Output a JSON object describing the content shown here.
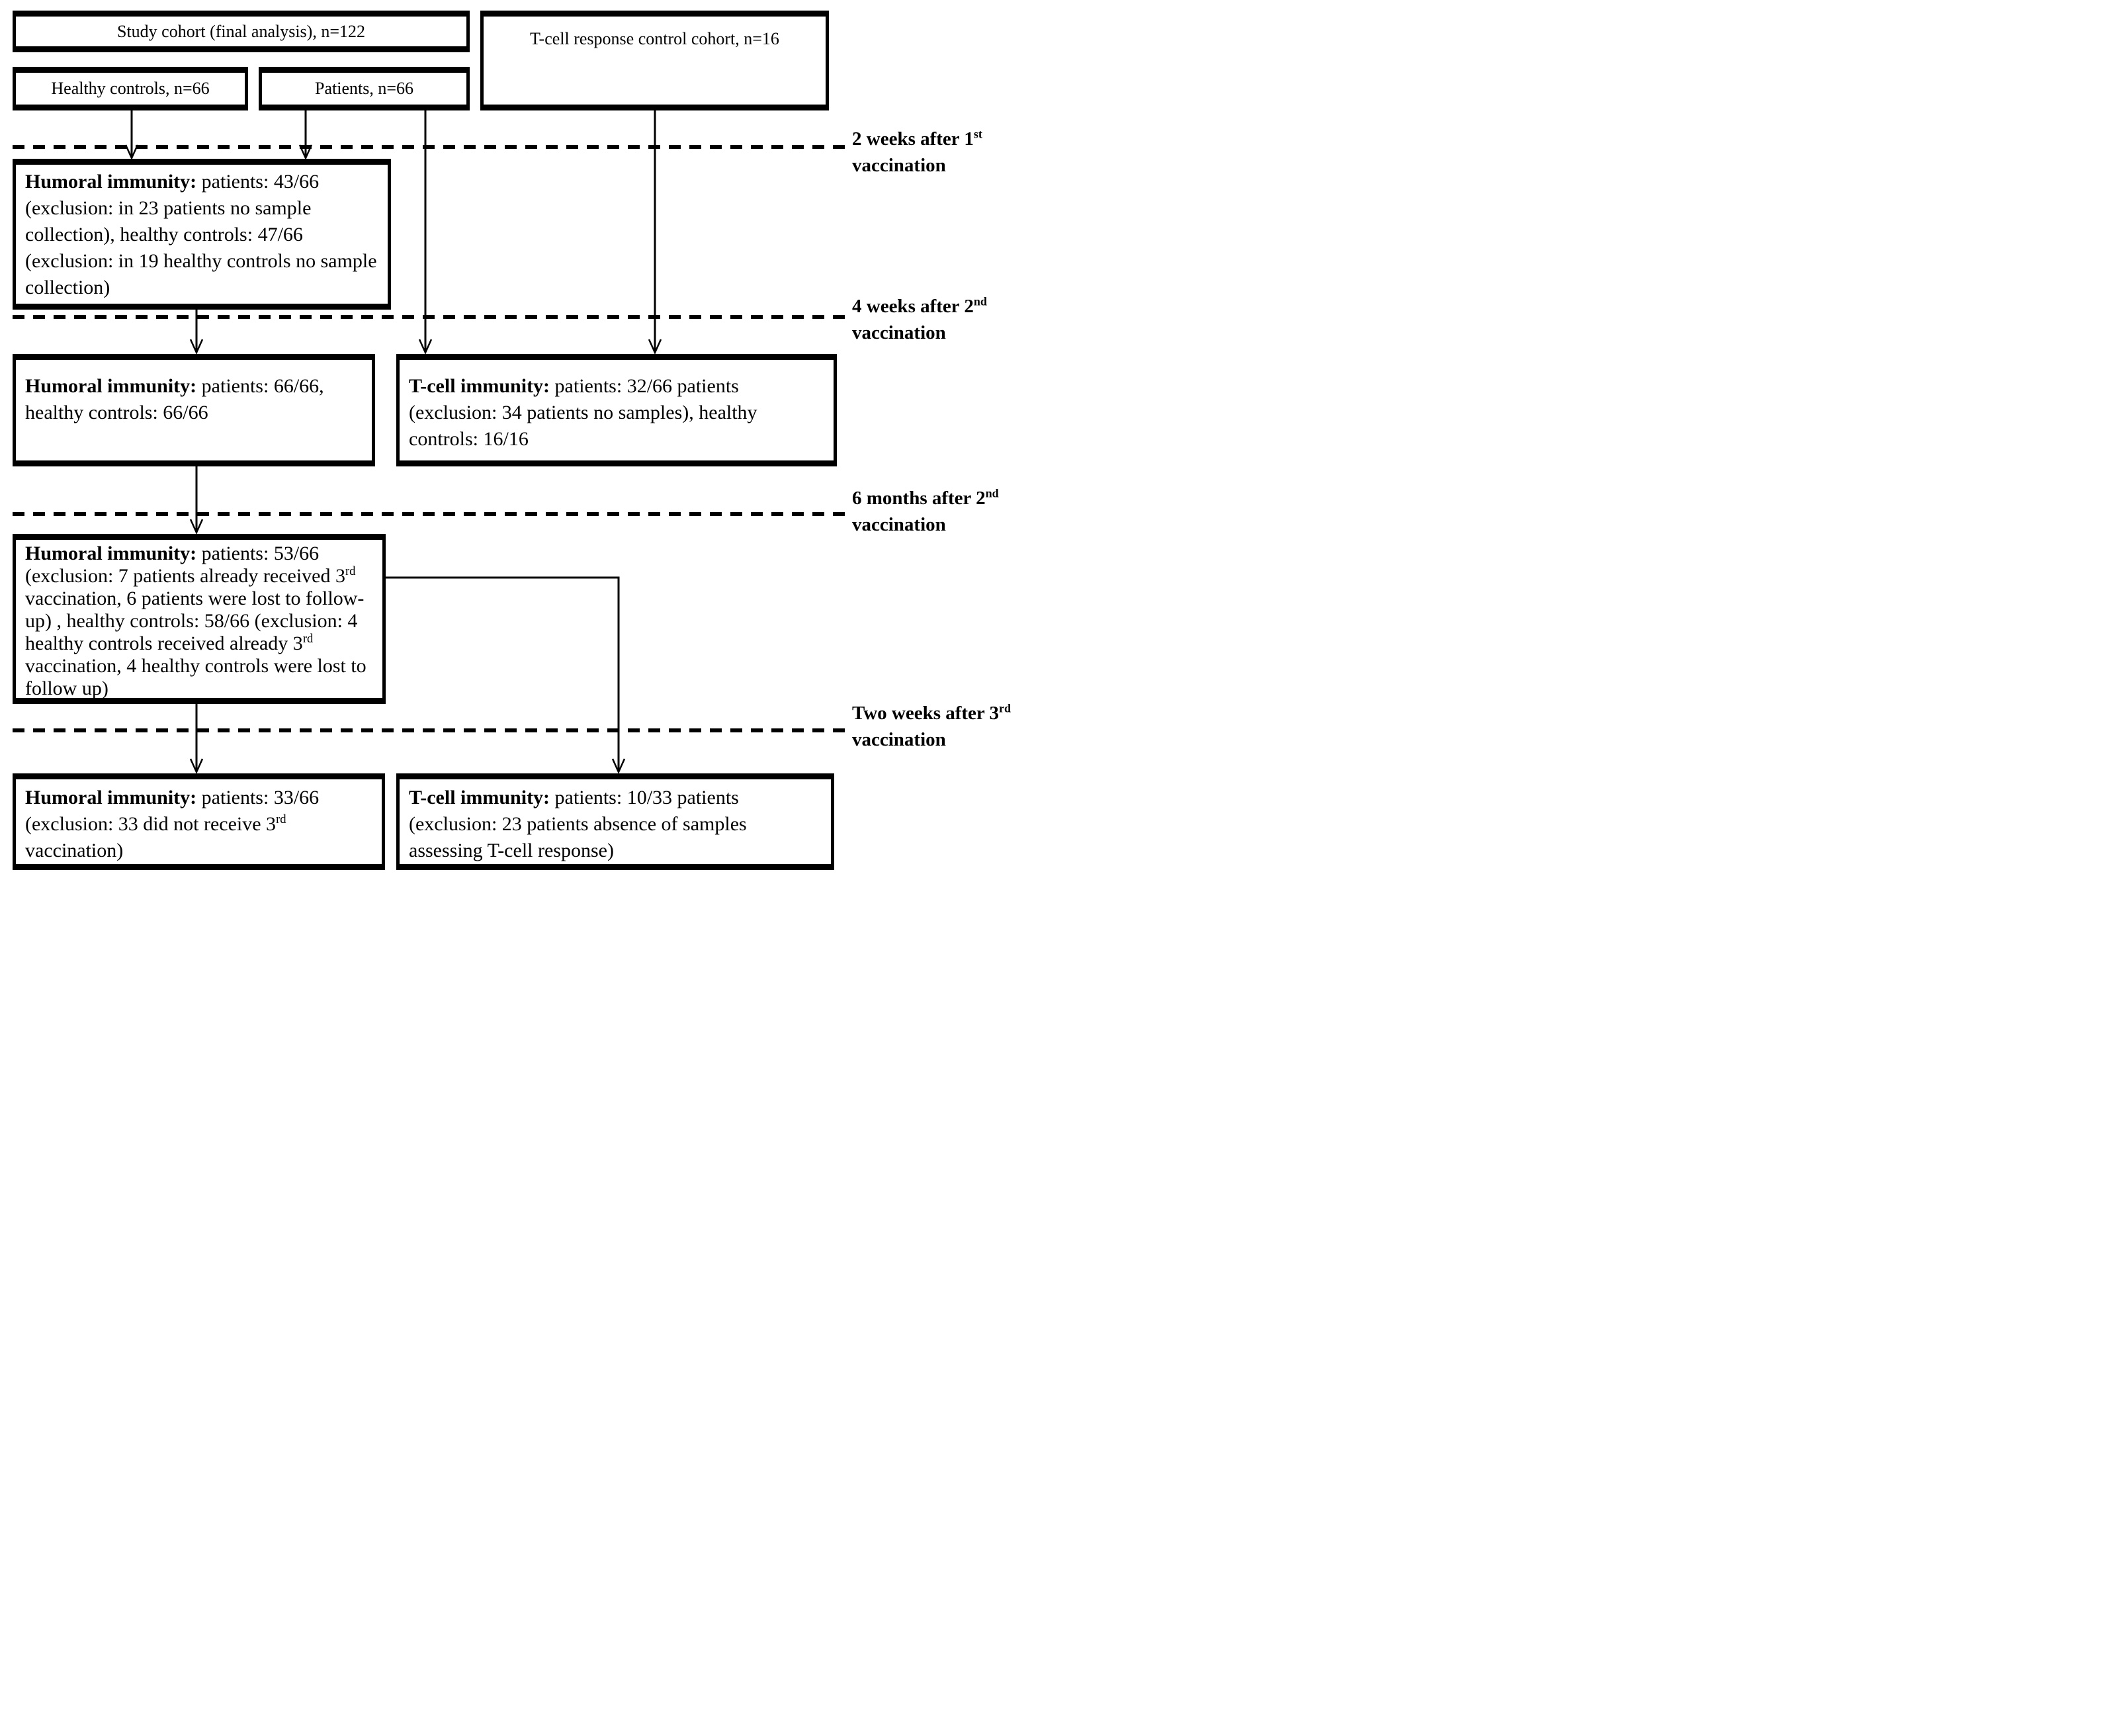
{
  "diagram": {
    "colors": {
      "ink": "#000000",
      "background": "#ffffff"
    },
    "cohorts": {
      "study": "Study cohort (final analysis), n=122",
      "tcell_control": "T-cell response control cohort, n=16",
      "healthy_controls": "Healthy controls, n=66",
      "patients": "Patients, n=66"
    },
    "stages": {
      "humoral_after_1st": [
        {
          "b": true,
          "t": "Humoral immunity:"
        },
        {
          "t": " patients: 43/66 (exclusion: in 23 patients no sample collection), healthy controls: 47/66 (exclusion: in 19 healthy controls no sample collection)"
        }
      ],
      "humoral_after_2nd": [
        {
          "b": true,
          "t": "Humoral immunity:"
        },
        {
          "t": " patients: 66/66, healthy controls: 66/66"
        }
      ],
      "tcell_after_2nd": [
        {
          "b": true,
          "t": "T-cell immunity:"
        },
        {
          "t": " patients: 32/66 patients (exclusion: 34 patients no samples), healthy controls: 16/16"
        }
      ],
      "humoral_6m_after_2nd": [
        {
          "b": true,
          "t": "Humoral immunity:"
        },
        {
          "t": " patients: 53/66 (exclusion: 7 patients already received 3"
        },
        {
          "sup": true,
          "t": "rd"
        },
        {
          "t": " vaccination, 6 patients were lost to follow-up) , healthy controls: 58/66 (exclusion: 4 healthy controls received already 3"
        },
        {
          "sup": true,
          "t": "rd"
        },
        {
          "t": " vaccination, 4 healthy controls were lost to follow up)"
        }
      ],
      "humoral_after_3rd": [
        {
          "b": true,
          "t": "Humoral immunity:"
        },
        {
          "t": " patients: 33/66 (exclusion: 33 did not receive 3"
        },
        {
          "sup": true,
          "t": "rd"
        },
        {
          "t": " vaccination)"
        }
      ],
      "tcell_after_3rd": [
        {
          "b": true,
          "t": "T-cell immunity:"
        },
        {
          "t": " patients: 10/33 patients (exclusion: 23 patients absence of samples assessing T-cell response)"
        }
      ]
    },
    "timeline": {
      "after_1st_2w": [
        {
          "t": "2 weeks after 1"
        },
        {
          "sup": true,
          "t": "st"
        },
        {
          "t": " vaccination"
        }
      ],
      "after_2nd_4w": [
        {
          "t": "4 weeks after 2"
        },
        {
          "sup": true,
          "t": "nd"
        },
        {
          "t": " vaccination"
        }
      ],
      "after_2nd_6m": [
        {
          "t": "6 months after 2"
        },
        {
          "sup": true,
          "t": "nd"
        },
        {
          "t": " vaccination"
        }
      ],
      "after_3rd_2w": [
        {
          "t": "Two weeks after 3"
        },
        {
          "sup": true,
          "t": "rd"
        },
        {
          "t": " vaccination"
        }
      ]
    }
  }
}
